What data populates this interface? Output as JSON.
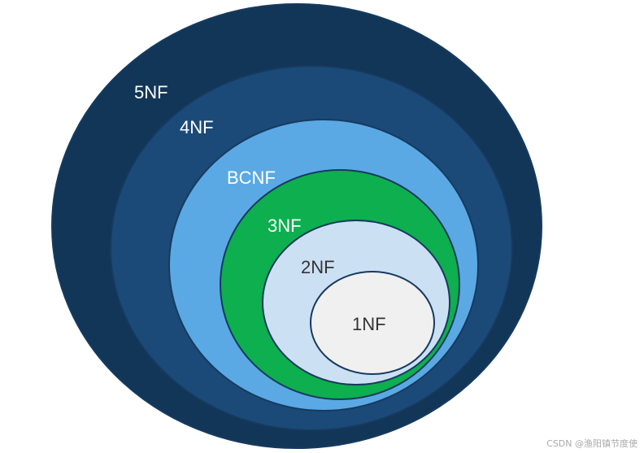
{
  "levels": [
    {
      "key": "5nf",
      "label": "5NF",
      "fill": "#123658",
      "text_color": "#ffffff"
    },
    {
      "key": "4nf",
      "label": "4NF",
      "fill": "#1b4a79",
      "text_color": "#ffffff"
    },
    {
      "key": "bcnf",
      "label": "BCNF",
      "fill": "#5aa9e4",
      "text_color": "#ffffff"
    },
    {
      "key": "3nf",
      "label": "3NF",
      "fill": "#0daf4e",
      "text_color": "#ffffff"
    },
    {
      "key": "2nf",
      "label": "2NF",
      "fill": "#cce0f4",
      "text_color": "#333333"
    },
    {
      "key": "1nf",
      "label": "1NF",
      "fill": "#f0f0f0",
      "text_color": "#333333"
    }
  ],
  "outline_color": "#173a5e",
  "watermark": "CSDN @渔阳镇节度使"
}
